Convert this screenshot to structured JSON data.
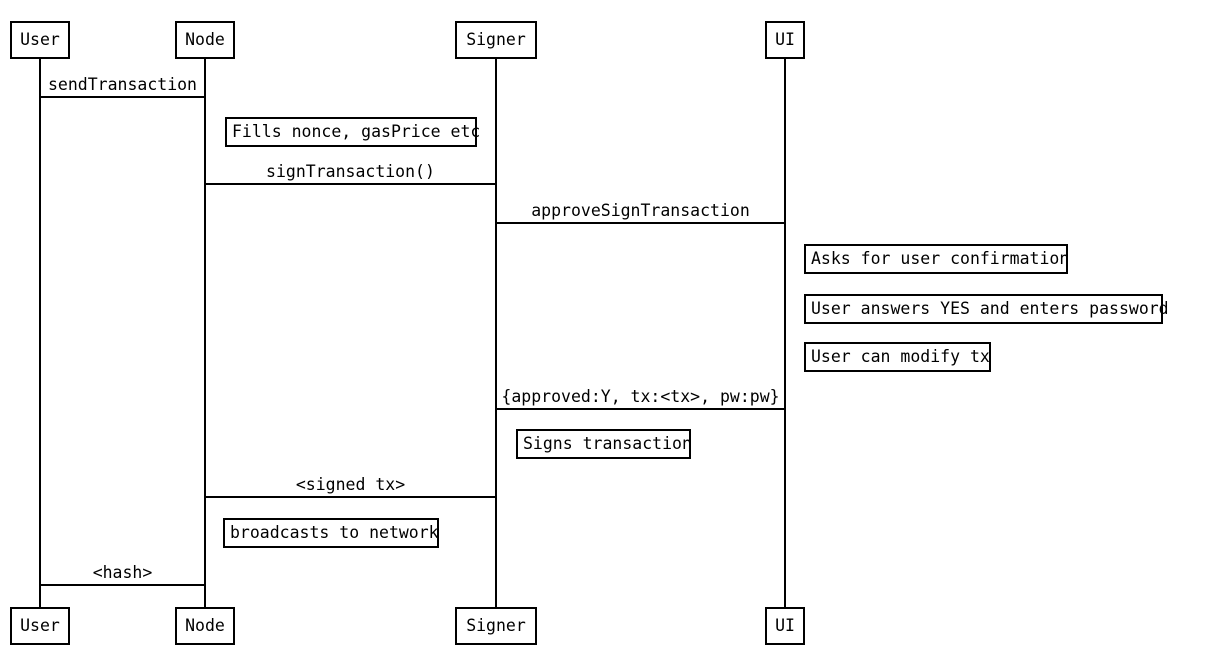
{
  "canvas": {
    "background_color": "#ffffff",
    "line_color": "#000000",
    "text_color": "#000000"
  },
  "actors": [
    {
      "id": "user",
      "label": "User"
    },
    {
      "id": "node",
      "label": "Node"
    },
    {
      "id": "signer",
      "label": "Signer"
    },
    {
      "id": "ui",
      "label": "UI"
    }
  ],
  "messages": [
    {
      "from": "User",
      "to": "Node",
      "label": "sendTransaction"
    },
    {
      "from": "Node",
      "to": "Signer",
      "label": "signTransaction()"
    },
    {
      "from": "Signer",
      "to": "UI",
      "label": "approveSignTransaction"
    },
    {
      "from": "UI",
      "to": "Signer",
      "label": "{approved:Y, tx:<tx>, pw:pw}"
    },
    {
      "from": "Signer",
      "to": "Node",
      "label": "<signed tx>"
    },
    {
      "from": "Node",
      "to": "User",
      "label": "<hash>"
    }
  ],
  "notes": [
    {
      "actor": "Node",
      "label": "Fills nonce, gasPrice etc"
    },
    {
      "actor": "UI",
      "label": "Asks for user confirmation"
    },
    {
      "actor": "UI",
      "label": "User answers YES and enters password"
    },
    {
      "actor": "UI",
      "label": "User can modify tx"
    },
    {
      "actor": "Signer",
      "label": "Signs transaction"
    },
    {
      "actor": "Node",
      "label": "broadcasts to network"
    }
  ]
}
